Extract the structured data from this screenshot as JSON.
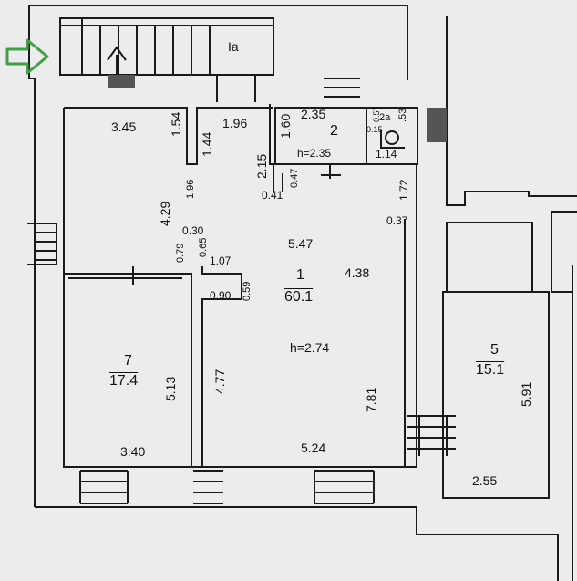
{
  "arrow_color": "#3fa142",
  "rooms": {
    "r1": {
      "num": "1",
      "area": "60.1",
      "height": "h=2.74"
    },
    "r2": {
      "num": "2",
      "height": "h=2.35"
    },
    "r2a": {
      "num": "2a"
    },
    "r7": {
      "num": "7",
      "area": "17.4"
    },
    "r5": {
      "num": "5",
      "area": "15.1"
    },
    "r1a": {
      "num": "Ia"
    }
  },
  "dims": {
    "d345": "3.45",
    "d154": "1.54",
    "d144": "1.44",
    "d196a": "1.96",
    "d235": "2.35",
    "d160": "1.60",
    "d057": "0.57",
    "d053": ".53",
    "d015": "0.15",
    "d114": "1.14",
    "d215": "2.15",
    "d047": "0.47",
    "d041": "0.41",
    "d429": "4.29",
    "d196b": "1.96",
    "d172": "1.72",
    "d037": "0.37",
    "d547": "5.47",
    "d030": "0.30",
    "d079": "0.79",
    "d065": "0.65",
    "d107": "1.07",
    "d059": "0.59",
    "d090": "0.90",
    "d438": "4.38",
    "d513": "5.13",
    "d477": "4.77",
    "d781": "7.81",
    "d340": "3.40",
    "d524": "5.24",
    "d591": "5.91",
    "d255": "2.55"
  }
}
